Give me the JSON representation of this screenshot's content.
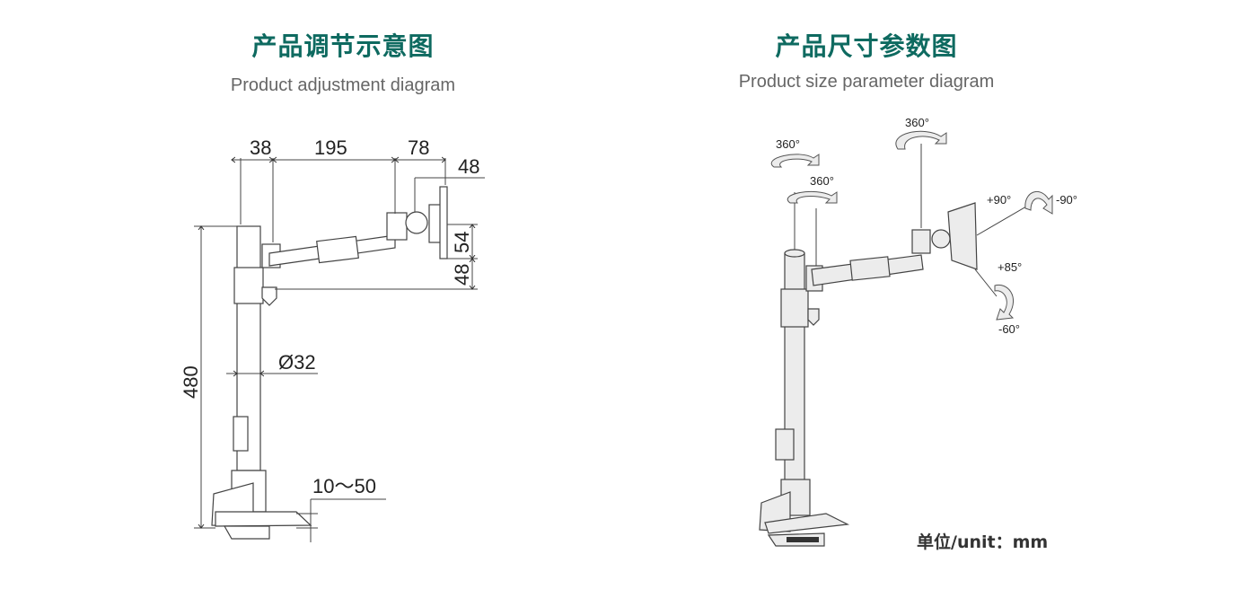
{
  "left_panel": {
    "title": "产品调节示意图",
    "subtitle": "Product adjustment diagram",
    "dimensions": {
      "d38": "38",
      "d195": "195",
      "d78": "78",
      "d48_top": "48",
      "d54": "54",
      "d48_side": "48",
      "d480": "480",
      "d32": "Ø32",
      "clamp": "10～50"
    }
  },
  "right_panel": {
    "title": "产品尺寸参数图",
    "subtitle": "Product size parameter diagram",
    "angles": {
      "pole_rotation": "360°",
      "arm_rotation": "360°",
      "arm2_rotation": "360°",
      "tilt_up": "+90°",
      "tilt_down": "-90°",
      "swivel_up": "+85°",
      "swivel_down": "-60°"
    },
    "unit_note": "单位/unit：mm"
  },
  "colors": {
    "title": "#0e6a60",
    "subtitle": "#666666",
    "line": "#444444"
  }
}
